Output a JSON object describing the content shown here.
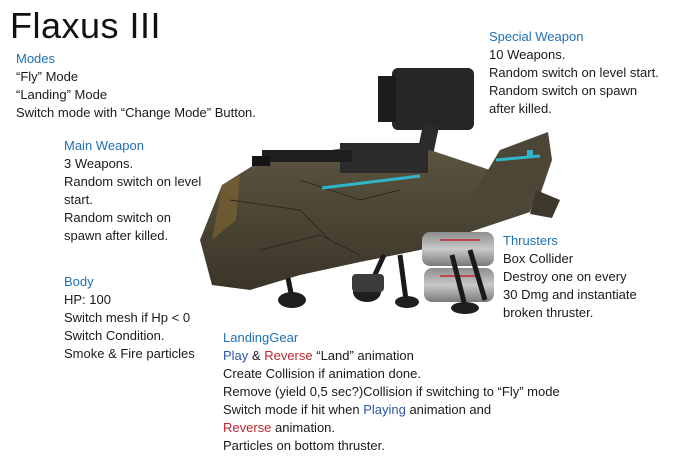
{
  "title": "Flaxus III",
  "modes": {
    "heading": "Modes",
    "lines": [
      "“Fly” Mode",
      "“Landing” Mode",
      "Switch mode with “Change Mode” Button."
    ]
  },
  "main_weapon": {
    "heading": "Main Weapon",
    "lines": [
      "3 Weapons.",
      "Random switch on level",
      "start.",
      "Random switch on",
      "spawn after killed."
    ]
  },
  "body": {
    "heading": "Body",
    "lines": [
      "HP: 100",
      "Switch mesh if Hp < 0",
      "Switch Condition.",
      "Smoke & Fire particles"
    ]
  },
  "special_weapon": {
    "heading": "Special Weapon",
    "lines": [
      "10 Weapons.",
      "Random switch on level start.",
      "Random switch on spawn",
      "after killed."
    ]
  },
  "thrusters": {
    "heading": "Thrusters",
    "lines": [
      "Box Collider",
      "Destroy one on every",
      "30 Dmg and instantiate",
      "broken thruster."
    ]
  },
  "landing_gear": {
    "heading": "LandingGear",
    "line1": {
      "play": "Play",
      "amp": " & ",
      "reverse": "Reverse",
      "rest": " “Land” animation"
    },
    "line2": "Create Collision if animation done.",
    "line3": "Remove (yield 0,5 sec?)Collision if switching to “Fly” mode",
    "line4": {
      "pre": "Switch mode if hit when ",
      "playing": "Playing",
      "post": " animation and"
    },
    "line5": {
      "reverse": "Reverse",
      "post": " animation."
    },
    "line6": "Particles on bottom thruster."
  },
  "colors": {
    "heading": "#1f6fb4",
    "play": "#2d55a8",
    "reverse": "#c0262d",
    "accent": "#2fb7c9",
    "hull": "#4a4433"
  }
}
